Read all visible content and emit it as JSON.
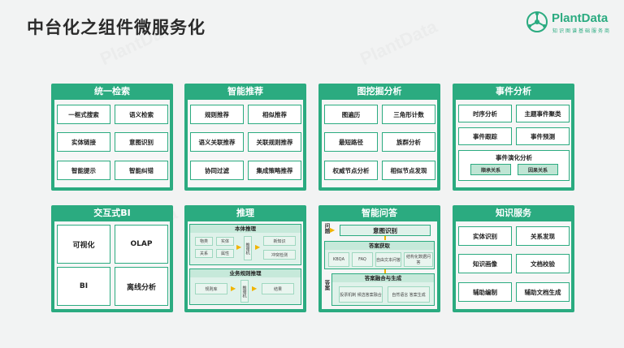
{
  "page": {
    "title": "中台化之组件微服务化"
  },
  "logo": {
    "name": "PlantData",
    "subtitle": "知识图谱基础服务商",
    "watermark": "PlantData"
  },
  "panels": {
    "retrieval": {
      "title": "统一检索",
      "items": [
        "一框式搜索",
        "语义检索",
        "实体链接",
        "意图识别",
        "智能提示",
        "智能纠错"
      ]
    },
    "recommend": {
      "title": "智能推荐",
      "items": [
        "规则推荐",
        "相似推荐",
        "语义关联推荐",
        "关联规则推荐",
        "协同过滤",
        "集成策略推荐"
      ]
    },
    "graph_mining": {
      "title": "图挖掘分析",
      "items": [
        "图遍历",
        "三角形计数",
        "最短路径",
        "族群分析",
        "权威节点分析",
        "相似节点发现"
      ]
    },
    "event": {
      "title": "事件分析",
      "items": [
        "时序分析",
        "主题事件聚类",
        "事件跟踪",
        "事件预测"
      ],
      "evolution": {
        "title": "事件演化分析",
        "tags": [
          "顺承关系",
          "因果关系"
        ]
      }
    },
    "bi": {
      "title": "交互式BI",
      "items": [
        "可视化",
        "OLAP",
        "BI",
        "离线分析"
      ]
    },
    "reasoning": {
      "title": "推理",
      "ontology": {
        "title": "本体推理",
        "cells": [
          "物类",
          "实体",
          "关系",
          "属性"
        ],
        "engine": "推理机",
        "outputs": [
          "新知识",
          "冲突检测"
        ]
      },
      "rules": {
        "title": "业务规则推理",
        "rulebase": "规则库",
        "engine": "推理机",
        "result": "结果"
      }
    },
    "qa": {
      "title": "智能问答",
      "question_label": "问题",
      "intent": "意图识别",
      "candidates": {
        "title": "答案获取",
        "items": [
          "KBQA",
          "FAQ",
          "自由文本问答",
          "结构化数据问答"
        ]
      },
      "fusion": {
        "title": "答案融合与生成",
        "items": [
          "投票机制 候选答案融合",
          "自然语言 答案生成"
        ]
      },
      "answer_label": "答案"
    },
    "knowledge": {
      "title": "知识服务",
      "items": [
        "实体识别",
        "关系发现",
        "知识画像",
        "文档校验",
        "辅助编制",
        "辅助文档生成"
      ]
    }
  },
  "colors": {
    "accent": "#2bab80",
    "arrow": "#f0b400",
    "background": "#f2f3f3"
  }
}
